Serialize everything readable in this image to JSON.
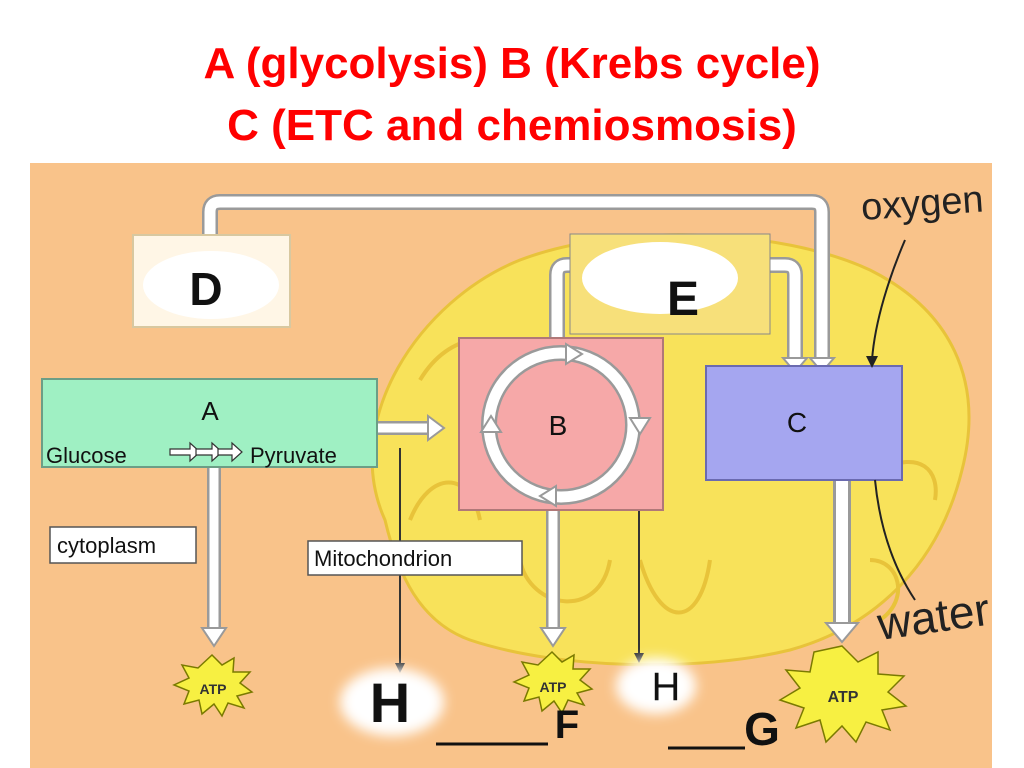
{
  "title": {
    "line1": "A (glycolysis)  B (Krebs cycle)",
    "line2": "C (ETC and chemiosmosis)"
  },
  "boxes": {
    "a": {
      "letter": "A",
      "left": "Glucose",
      "right": "Pyruvate"
    },
    "b": "B",
    "c": "C",
    "d": "D",
    "e": "E"
  },
  "labels": {
    "oxygen": "oxygen",
    "water": "water",
    "cytoplasm": "cytoplasm",
    "mitochondrion": "Mitochondrion",
    "atp1": "ATP",
    "atp2": "ATP",
    "atp3": "ATP",
    "h1": "H",
    "h2": "H",
    "f": "F",
    "g": "G"
  },
  "colors": {
    "title": "#ff0000",
    "background": "#f9c38a",
    "mitochondrion": "#f8e25a",
    "box_a": "#9ff0c3",
    "box_b": "#f6a8a8",
    "box_c": "#a5a6f0",
    "box_e": "#f7e07a",
    "starburst": "#f7f042"
  }
}
